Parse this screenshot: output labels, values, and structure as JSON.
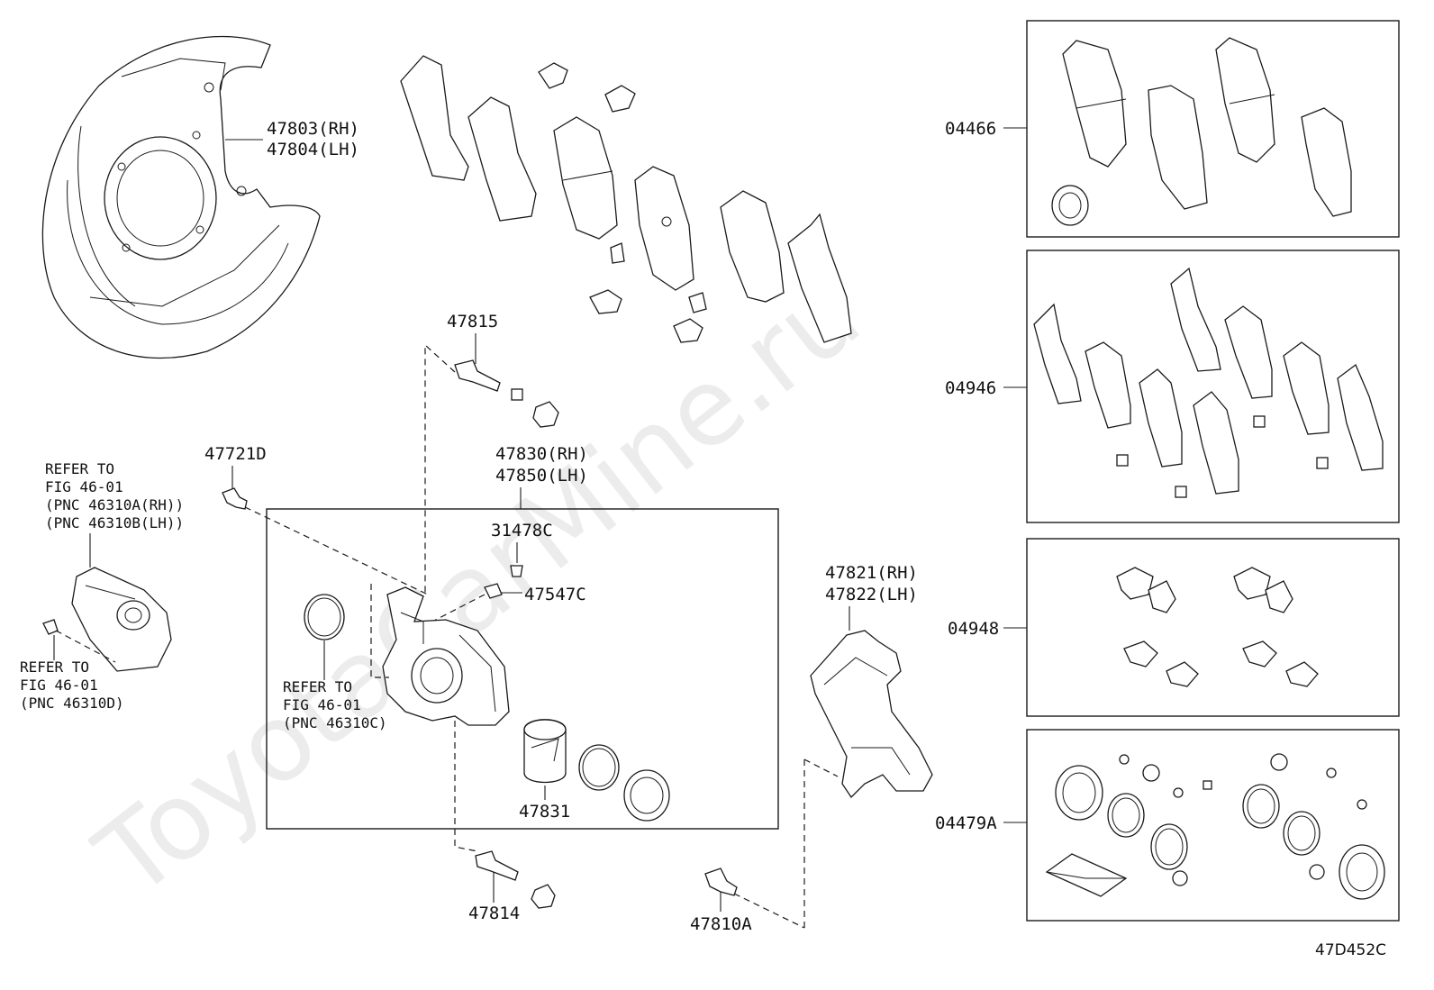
{
  "parts": {
    "p47803": "47803(RH)",
    "p47804": "47804(LH)",
    "p47815": "47815",
    "p47721D": "47721D",
    "p47830": "47830(RH)",
    "p47850": "47850(LH)",
    "p31478C": "31478C",
    "p47547C": "47547C",
    "p47821": "47821(RH)",
    "p47822": "47822(LH)",
    "p47831": "47831",
    "p47814": "47814",
    "p47810A": "47810A"
  },
  "references": {
    "ref1": [
      "REFER TO",
      "FIG 46-01",
      "(PNC 46310A(RH))",
      "(PNC 46310B(LH))"
    ],
    "ref2": [
      "REFER TO",
      "FIG 46-01",
      "(PNC 46310D)"
    ],
    "ref3": [
      "REFER TO",
      "FIG 46-01",
      "(PNC 46310C)"
    ]
  },
  "kits": [
    {
      "id": "04466",
      "label": "04466"
    },
    {
      "id": "04946",
      "label": "04946"
    },
    {
      "id": "04948",
      "label": "04948"
    },
    {
      "id": "04479A",
      "label": "04479A"
    }
  ],
  "diagram_code": "47D452C",
  "watermark": "ToyotaCarMine.ru"
}
